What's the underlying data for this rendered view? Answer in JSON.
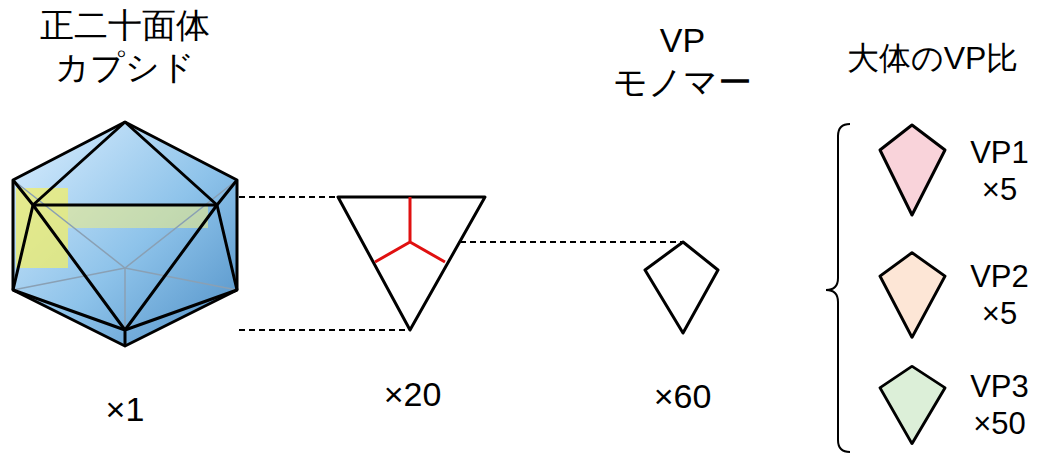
{
  "diagram": {
    "nodes": [
      {
        "text": [
          "正二十面体 カプシド",
          "×1"
        ]
      },
      {
        "text": [
          "×20"
        ]
      },
      {
        "text": [
          "VP モノマー",
          "×60"
        ]
      },
      {
        "text": [
          "VP1 ×5"
        ]
      },
      {
        "text": [
          "VP2 ×5"
        ]
      },
      {
        "text": [
          "VP3 ×50"
        ]
      }
    ],
    "edges": [
      {
        "from": 0,
        "to": 1,
        "arrow": "none"
      },
      {
        "from": 1,
        "to": 2,
        "arrow": "none"
      }
    ],
    "labels": [
      "大体のVP比"
    ]
  }
}
